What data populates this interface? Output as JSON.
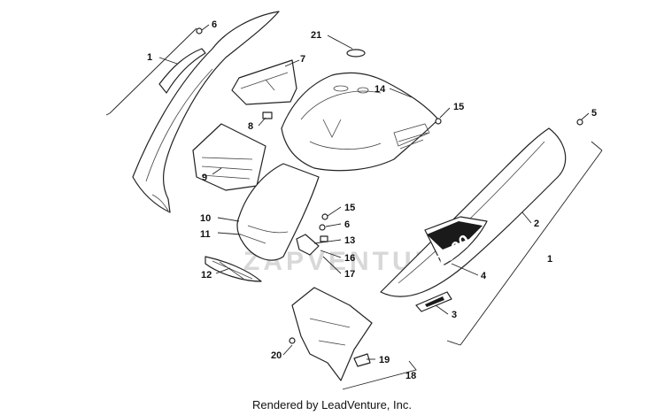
{
  "diagram": {
    "callouts": [
      {
        "id": "c1a",
        "label": "1"
      },
      {
        "id": "c6a",
        "label": "6"
      },
      {
        "id": "c7",
        "label": "7"
      },
      {
        "id": "c21",
        "label": "21"
      },
      {
        "id": "c14",
        "label": "14"
      },
      {
        "id": "c15a",
        "label": "15"
      },
      {
        "id": "c5",
        "label": "5"
      },
      {
        "id": "c8",
        "label": "8"
      },
      {
        "id": "c9",
        "label": "9"
      },
      {
        "id": "c10",
        "label": "10"
      },
      {
        "id": "c11",
        "label": "11"
      },
      {
        "id": "c15b",
        "label": "15"
      },
      {
        "id": "c6b",
        "label": "6"
      },
      {
        "id": "c13",
        "label": "13"
      },
      {
        "id": "c16",
        "label": "16"
      },
      {
        "id": "c17",
        "label": "17"
      },
      {
        "id": "c2",
        "label": "2"
      },
      {
        "id": "c1b",
        "label": "1"
      },
      {
        "id": "c4",
        "label": "4"
      },
      {
        "id": "c12",
        "label": "12"
      },
      {
        "id": "c3",
        "label": "3"
      },
      {
        "id": "c20",
        "label": "20"
      },
      {
        "id": "c19",
        "label": "19"
      },
      {
        "id": "c18",
        "label": "18"
      }
    ],
    "decal_text": "7000",
    "watermark": "ZAPVENTURE"
  },
  "footer": {
    "credit": "Rendered by LeadVenture, Inc."
  }
}
